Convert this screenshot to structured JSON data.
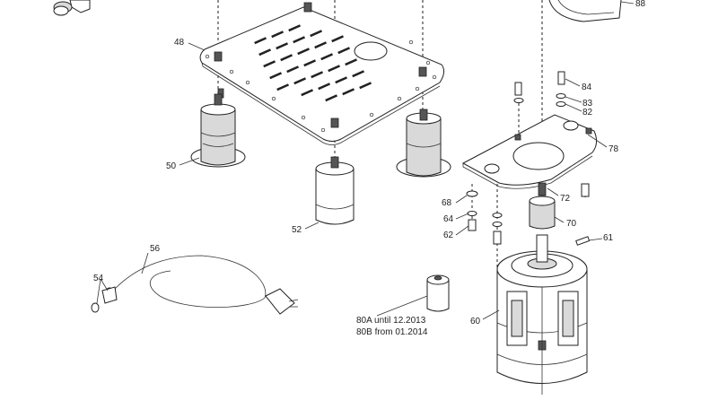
{
  "callouts": {
    "p48": "48",
    "p50": "50",
    "p52": "52",
    "p54": "54",
    "p56": "56",
    "p60": "60",
    "p61": "61",
    "p62": "62",
    "p64": "64",
    "p68": "68",
    "p70": "70",
    "p72": "72",
    "p78": "78",
    "p82": "82",
    "p83": "83",
    "p84": "84",
    "p88": "88"
  },
  "note": {
    "line1": "80A  until 12.2013",
    "line2": "80B  from 01.2014"
  }
}
